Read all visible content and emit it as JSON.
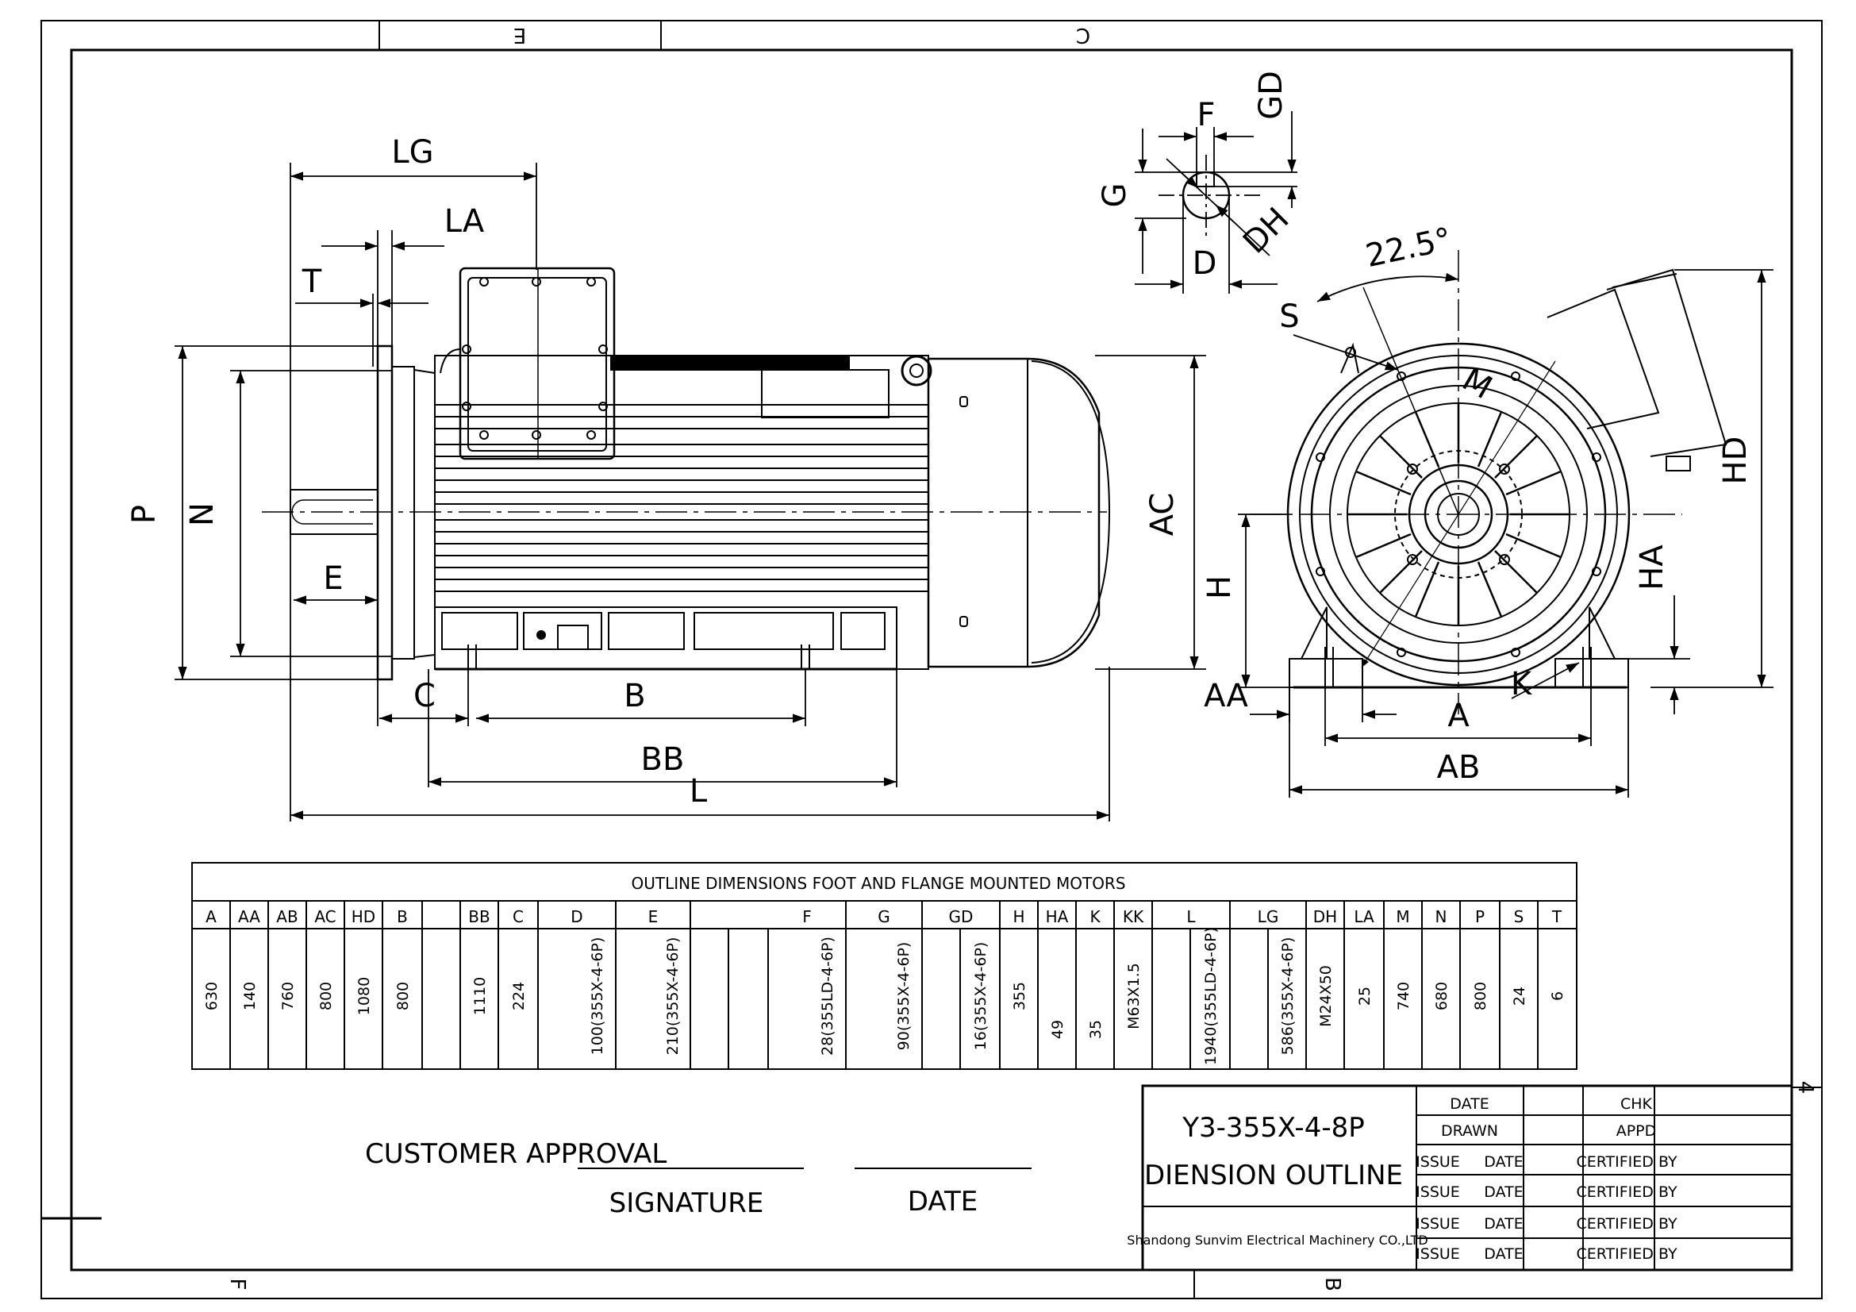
{
  "frame": {
    "zone_top_left": "E",
    "zone_top_right": "C",
    "zone_bottom_left": "F",
    "zone_bottom_right": "B",
    "zone_right": "4"
  },
  "side_view": {
    "labels": {
      "LG": "LG",
      "LA": "LA",
      "T": "T",
      "P": "P",
      "N": "N",
      "E": "E",
      "AC": "AC",
      "C": "C",
      "B": "B",
      "BB": "BB",
      "L": "L"
    }
  },
  "shaft_detail": {
    "labels": {
      "F": "F",
      "GD": "GD",
      "G": "G",
      "D": "D",
      "DH": "DH"
    }
  },
  "end_view": {
    "labels": {
      "angle": "22.5°",
      "S": "S",
      "M": "M",
      "HD": "HD",
      "H": "H",
      "HA": "HA",
      "AA": "AA",
      "K": "K",
      "A": "A",
      "AB": "AB"
    }
  },
  "dimension_table": {
    "title": "OUTLINE  DIMENSIONS  FOOT AND FLANGE  MOUNTED  MOTORS",
    "headers": [
      "A",
      "AA",
      "AB",
      "AC",
      "HD",
      "B",
      "BB",
      "C",
      "D",
      "E",
      "F",
      "G",
      "GD",
      "H",
      "HA",
      "K",
      "KK",
      "L",
      "LG",
      "DH",
      "LA",
      "M",
      "N",
      "P",
      "S",
      "T"
    ],
    "values": [
      "630",
      "140",
      "760",
      "800",
      "1080",
      "800",
      "1110",
      "224",
      "100(355X-4-6P)",
      "210(355X-4-6P)",
      "28(355LD-4-6P)",
      "90(355X-4-6P)",
      "16(355X-4-6P)",
      "355",
      "49",
      "35",
      "M63X1.5",
      "1940(355LD-4-6P)",
      "586(355X-4-6P)",
      "M24X50",
      "25",
      "740",
      "680",
      "800",
      "24",
      "6"
    ]
  },
  "approval": {
    "customer_approval": "CUSTOMER APPROVAL",
    "signature": "SIGNATURE",
    "date": "DATE"
  },
  "title_block": {
    "model": "Y3-355X-4-8P",
    "subtitle": "DIENSION OUTLINE",
    "company": "Shandong Sunvim Electrical Machinery CO.,LTD",
    "date_header": "DATE",
    "chk": "CHK",
    "drawn": "DRAWN",
    "appd": "APPD",
    "issue": "ISSUE",
    "issue_date": "DATE",
    "certified_by": "CERTIFIED BY"
  }
}
